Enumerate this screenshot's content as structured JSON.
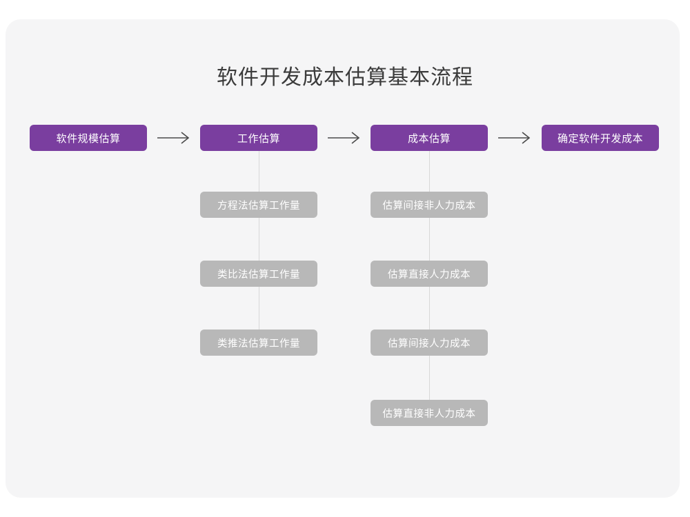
{
  "diagram": {
    "title": "软件开发成本估算基本流程",
    "type": "flowchart",
    "stages": [
      {
        "id": "stage-1",
        "label": "软件规模估算",
        "children": []
      },
      {
        "id": "stage-2",
        "label": "工作估算",
        "children": [
          {
            "id": "stage-2-sub-1",
            "label": "方程法估算工作量"
          },
          {
            "id": "stage-2-sub-2",
            "label": "类比法估算工作量"
          },
          {
            "id": "stage-2-sub-3",
            "label": "类推法估算工作量"
          }
        ]
      },
      {
        "id": "stage-3",
        "label": "成本估算",
        "children": [
          {
            "id": "stage-3-sub-1",
            "label": "估算间接非人力成本"
          },
          {
            "id": "stage-3-sub-2",
            "label": "估算直接人力成本"
          },
          {
            "id": "stage-3-sub-3",
            "label": "估算间接人力成本"
          },
          {
            "id": "stage-3-sub-4",
            "label": "估算直接非人力成本"
          }
        ]
      },
      {
        "id": "stage-4",
        "label": "确定软件开发成本",
        "children": []
      }
    ],
    "arrows": [
      {
        "id": "arrow-1",
        "glyph": "right-arrow-icon"
      },
      {
        "id": "arrow-2",
        "glyph": "right-arrow-icon"
      },
      {
        "id": "arrow-3",
        "glyph": "right-arrow-icon"
      }
    ],
    "colors": {
      "page_background": "#ffffff",
      "card_background": "#f5f5f6",
      "primary_node": "#7a3e9f",
      "secondary_node": "#b8b8b8",
      "node_text": "#ffffff",
      "title_text": "#3b3b3b",
      "connector_line": "#d8d8d8",
      "arrow": "#4a4a4a"
    }
  }
}
